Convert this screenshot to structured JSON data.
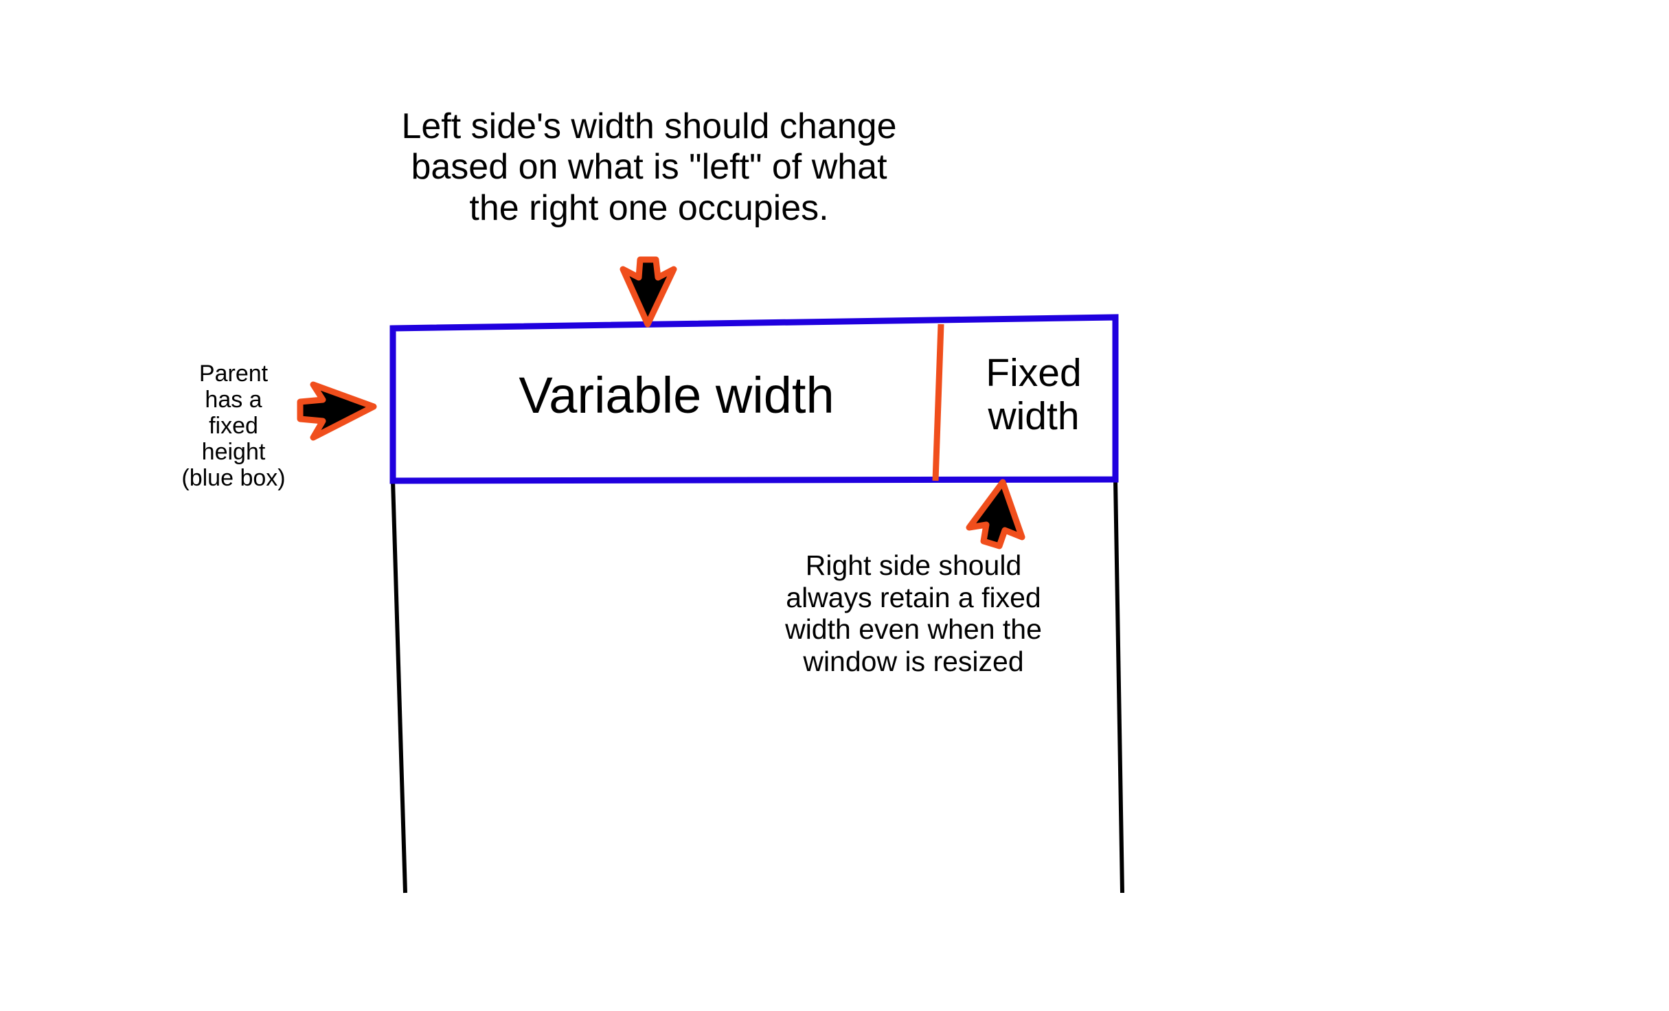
{
  "diagram": {
    "title_note": "Left side's width should change\nbased on what is \"left\" of what\nthe right one occupies.",
    "parent_note": "Parent\nhas a\nfixed\nheight\n(blue box)",
    "fixed_note": "Right side should\nalways retain a fixed\nwidth even when the\nwindow is resized",
    "panels": {
      "left_label": "Variable width",
      "right_label": "Fixed\nwidth"
    },
    "colors": {
      "parent_box_border": "#1f00de",
      "divider": "#f04e1c",
      "arrow_fill": "#000000",
      "arrow_outline": "#f04e1c",
      "window_frame": "#000000",
      "background": "#ffffff"
    },
    "arrows": {
      "top": "down-arrow",
      "left": "right-arrow",
      "bottom": "up-arrow"
    }
  }
}
